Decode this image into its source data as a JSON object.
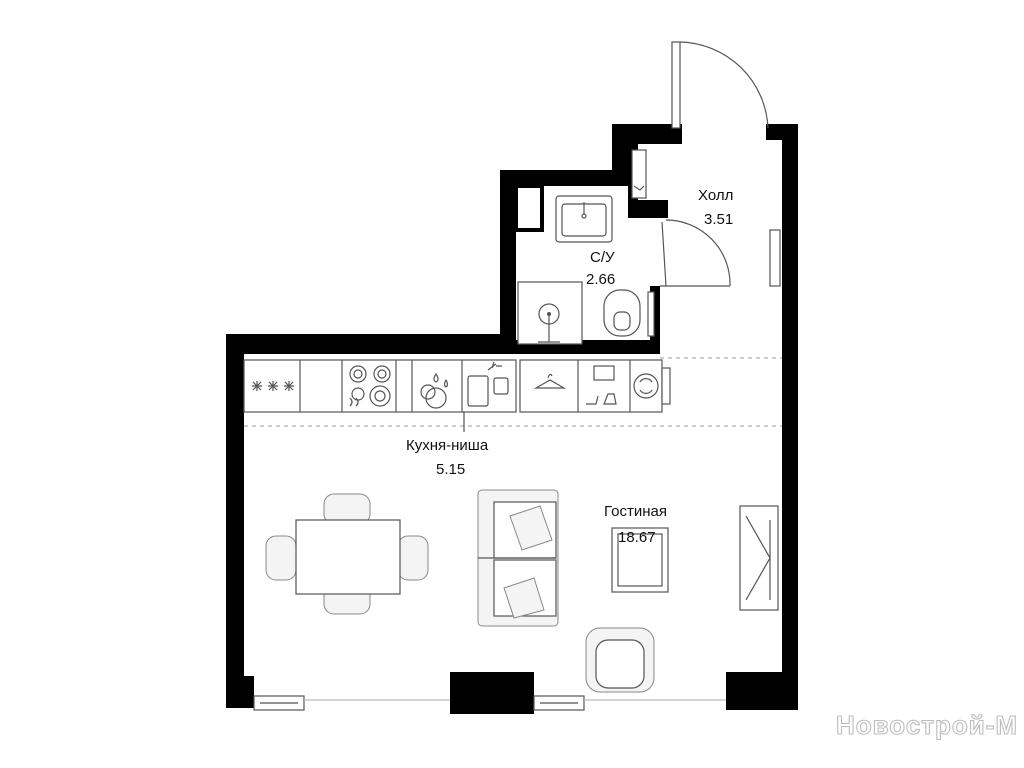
{
  "rooms": {
    "hall": {
      "name": "Холл",
      "area": "3.51"
    },
    "bathroom": {
      "name": "С/У",
      "area": "2.66"
    },
    "kitchen": {
      "name": "Кухня-ниша",
      "area": "5.15"
    },
    "living": {
      "name": "Гостиная",
      "area": "18.67"
    }
  },
  "watermark": "Новострой-М",
  "colors": {
    "wall": "#000000",
    "fixture_stroke": "#555555",
    "background": "#ffffff"
  }
}
